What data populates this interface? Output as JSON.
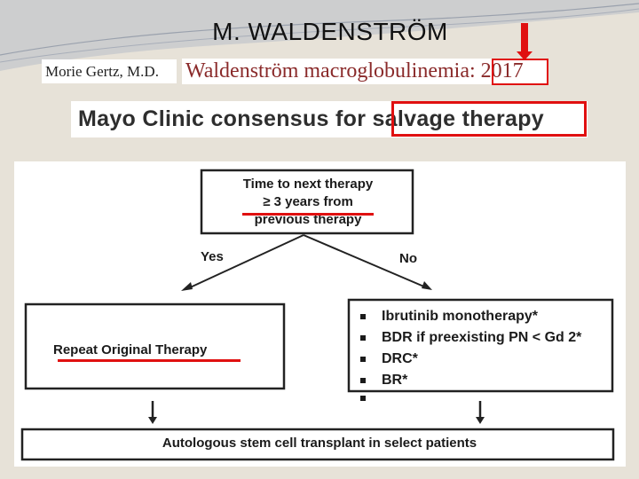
{
  "slide": {
    "title": "M. WALDENSTRÖM",
    "author": "Morie Gertz, M.D.",
    "paper_title": "Waldenström macroglobulinemia: 2017",
    "consensus": "Mayo Clinic consensus for salvage therapy"
  },
  "flowchart": {
    "decision": [
      "Time to next therapy",
      "≥ 3 years from",
      "previous therapy"
    ],
    "yes_label": "Yes",
    "no_label": "No",
    "repeat_label": "Repeat Original Therapy",
    "options": [
      "Ibrutinib monotherapy*",
      "BDR if preexisting PN < Gd 2*",
      "DRC*",
      "BR*",
      ""
    ],
    "final_label": "Autologous stem cell transplant in select patients"
  },
  "colors": {
    "highlight": "#e01010",
    "background": "#e7e2d8"
  }
}
